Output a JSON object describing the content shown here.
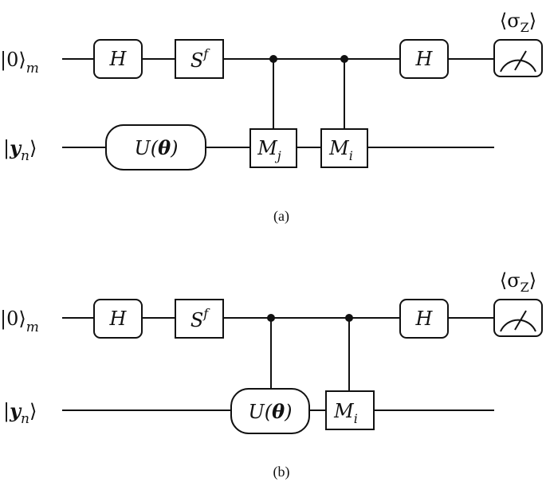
{
  "circuit_a": {
    "caption": "(a)",
    "ancilla_label": {
      "pre": "|0⟩",
      "sub": "m"
    },
    "data_label": {
      "pre": "|",
      "main": "y",
      "sub": "n",
      "post": "⟩"
    },
    "measurement_label": {
      "pre": "⟨σ",
      "sub": "Z",
      "post": "⟩"
    },
    "gate_h1": "H",
    "gate_sf": {
      "main": "S",
      "sup": "f"
    },
    "gate_u": {
      "pre": "U(",
      "theta": "θ",
      "post": ")"
    },
    "gate_mj": {
      "main": "M",
      "sub": "j"
    },
    "gate_mi": {
      "main": "M",
      "sub": "i"
    },
    "gate_h2": "H"
  },
  "circuit_b": {
    "caption": "(b)",
    "ancilla_label": {
      "pre": "|0⟩",
      "sub": "m"
    },
    "data_label": {
      "pre": "|",
      "main": "y",
      "sub": "n",
      "post": "⟩"
    },
    "measurement_label": {
      "pre": "⟨σ",
      "sub": "Z",
      "post": "⟩"
    },
    "gate_h1": "H",
    "gate_sf": {
      "main": "S",
      "sup": "f"
    },
    "gate_u": {
      "pre": "U(",
      "theta": "θ",
      "post": ")"
    },
    "gate_mi": {
      "main": "M",
      "sub": "i"
    },
    "gate_h2": "H"
  }
}
